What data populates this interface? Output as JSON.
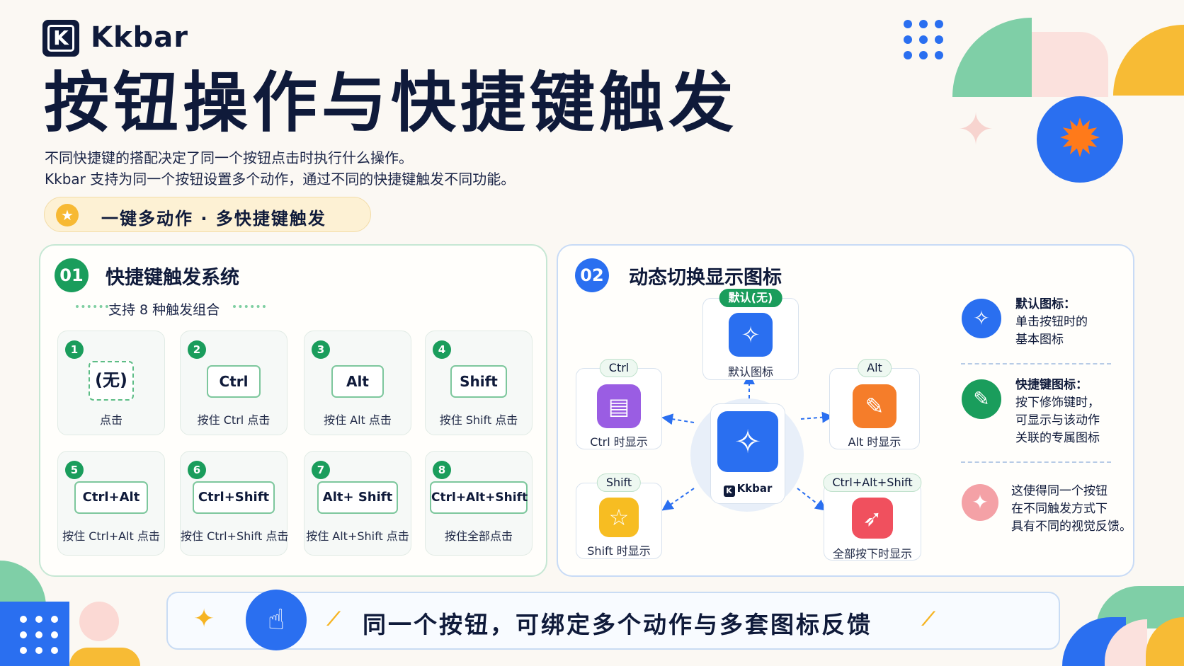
{
  "brand": {
    "logo_letter": "K",
    "name": "Kkbar"
  },
  "title": "按钮操作与快捷键触发",
  "subtitle": {
    "line1": "不同快捷键的搭配决定了同一个按钮点击时执行什么操作。",
    "line2": "Kkbar 支持为同一个按钮设置多个动作，通过不同的快捷键触发不同功能。"
  },
  "tagline": {
    "icon": "star-icon",
    "text": "一键多动作 · 多快捷键触发"
  },
  "section1": {
    "number": "01",
    "title": "快捷键触发系统",
    "subtitle": "支持 8 种触发组合",
    "combos": [
      {
        "num": "1",
        "key": "(无)",
        "caption": "点击"
      },
      {
        "num": "2",
        "key": "Ctrl",
        "caption": "按住 Ctrl 点击"
      },
      {
        "num": "3",
        "key": "Alt",
        "caption": "按住 Alt 点击"
      },
      {
        "num": "4",
        "key": "Shift",
        "caption": "按住 Shift 点击"
      },
      {
        "num": "5",
        "key": "Ctrl+Alt",
        "caption": "按住 Ctrl+Alt 点击"
      },
      {
        "num": "6",
        "key": "Ctrl+Shift",
        "caption": "按住 Ctrl+Shift 点击"
      },
      {
        "num": "7",
        "key": "Alt+ Shift",
        "caption": "按住 Alt+Shift 点击"
      },
      {
        "num": "8",
        "key": "Ctrl+Alt+Shift",
        "caption": "按住全部点击"
      }
    ]
  },
  "section2": {
    "number": "02",
    "title": "动态切换显示图标",
    "center": {
      "icon": "magic-wand-icon",
      "brand": "Kkbar"
    },
    "variants": {
      "default": {
        "pill": "默认(无)",
        "caption": "默认图标",
        "icon": "magic-wand-icon",
        "color": "#2a6ff0"
      },
      "ctrl": {
        "pill": "Ctrl",
        "caption": "Ctrl 时显示",
        "icon": "document-icon",
        "color": "#9a5de3"
      },
      "alt": {
        "pill": "Alt",
        "caption": "Alt 时显示",
        "icon": "ticket-icon",
        "color": "#f57d2a"
      },
      "shift": {
        "pill": "Shift",
        "caption": "Shift 时显示",
        "icon": "star-icon",
        "color": "#f7bd22"
      },
      "all": {
        "pill": "Ctrl+Alt+Shift",
        "caption": "全部按下时显示",
        "icon": "rocket-icon",
        "color": "#f0505e"
      }
    },
    "legend": [
      {
        "icon": "magic-wand-icon",
        "color": "#2a6ff0",
        "heading": "默认图标：",
        "lines": [
          "单击按钮时的",
          "基本图标"
        ]
      },
      {
        "icon": "ticket-icon",
        "color": "#1a9d5c",
        "heading": "快捷键图标：",
        "lines": [
          "按下修饰键时，",
          "可显示与该动作",
          "关联的专属图标"
        ]
      },
      {
        "icon": "sparkle-icon",
        "color": "#f4a1a6",
        "heading": "",
        "lines": [
          "这使得同一个按钮",
          "在不同触发方式下",
          "具有不同的视觉反馈。"
        ]
      }
    ]
  },
  "banner": {
    "icon": "tap-hand-icon",
    "text": "同一个按钮，可绑定多个动作与多套图标反馈"
  },
  "colors": {
    "navy": "#0f1a3a",
    "green": "#1a9d5c",
    "blue": "#2a6ff0",
    "yellow": "#f7b933"
  }
}
